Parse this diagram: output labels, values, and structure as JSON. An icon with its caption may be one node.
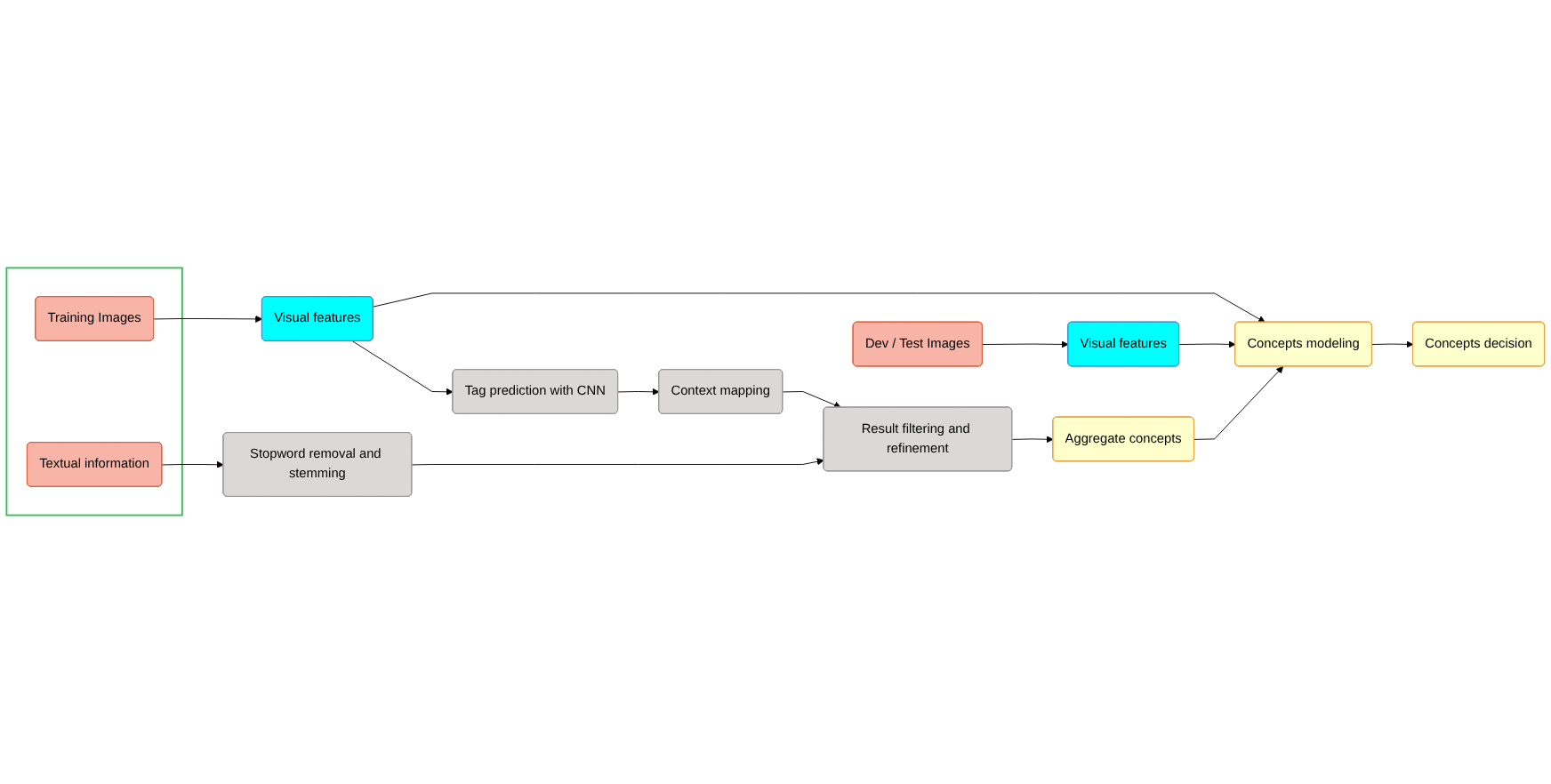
{
  "diagram": {
    "nodes": [
      {
        "text": [],
        "shape": "box"
      },
      {
        "text": [
          "Training Images"
        ],
        "in": 0
      },
      {
        "text": [
          "Textual information"
        ],
        "in": 0
      },
      {
        "text": [
          "Visual features"
        ]
      },
      {
        "text": [
          "Tag prediction with CNN"
        ]
      },
      {
        "text": [
          "Context mapping"
        ]
      },
      {
        "text": [
          "Stopword removal and stemming"
        ]
      },
      {
        "text": [
          "Result filtering and refinement"
        ]
      },
      {
        "text": [
          "Dev / Test Images"
        ]
      },
      {
        "text": [
          "Visual features"
        ]
      },
      {
        "text": [
          "Concepts modeling"
        ]
      },
      {
        "text": [
          "Aggregate concepts"
        ]
      },
      {
        "text": [
          "Concepts decision"
        ]
      }
    ],
    "edges": [
      {
        "from": 1,
        "to": 3,
        "arrow": "to"
      },
      {
        "from": 3,
        "to": 4,
        "arrow": "to"
      },
      {
        "from": 4,
        "to": 5,
        "arrow": "to"
      },
      {
        "from": 5,
        "to": 7,
        "arrow": "to"
      },
      {
        "from": 2,
        "to": 6,
        "arrow": "to"
      },
      {
        "from": 6,
        "to": 7,
        "arrow": "to"
      },
      {
        "from": 3,
        "to": 10,
        "arrow": "to"
      },
      {
        "from": 7,
        "to": 11,
        "arrow": "to"
      },
      {
        "from": 8,
        "to": 9,
        "arrow": "to"
      },
      {
        "from": 9,
        "to": 10,
        "arrow": "to"
      },
      {
        "from": 11,
        "to": 10,
        "arrow": "to"
      },
      {
        "from": 10,
        "to": 12,
        "arrow": "to"
      }
    ]
  }
}
